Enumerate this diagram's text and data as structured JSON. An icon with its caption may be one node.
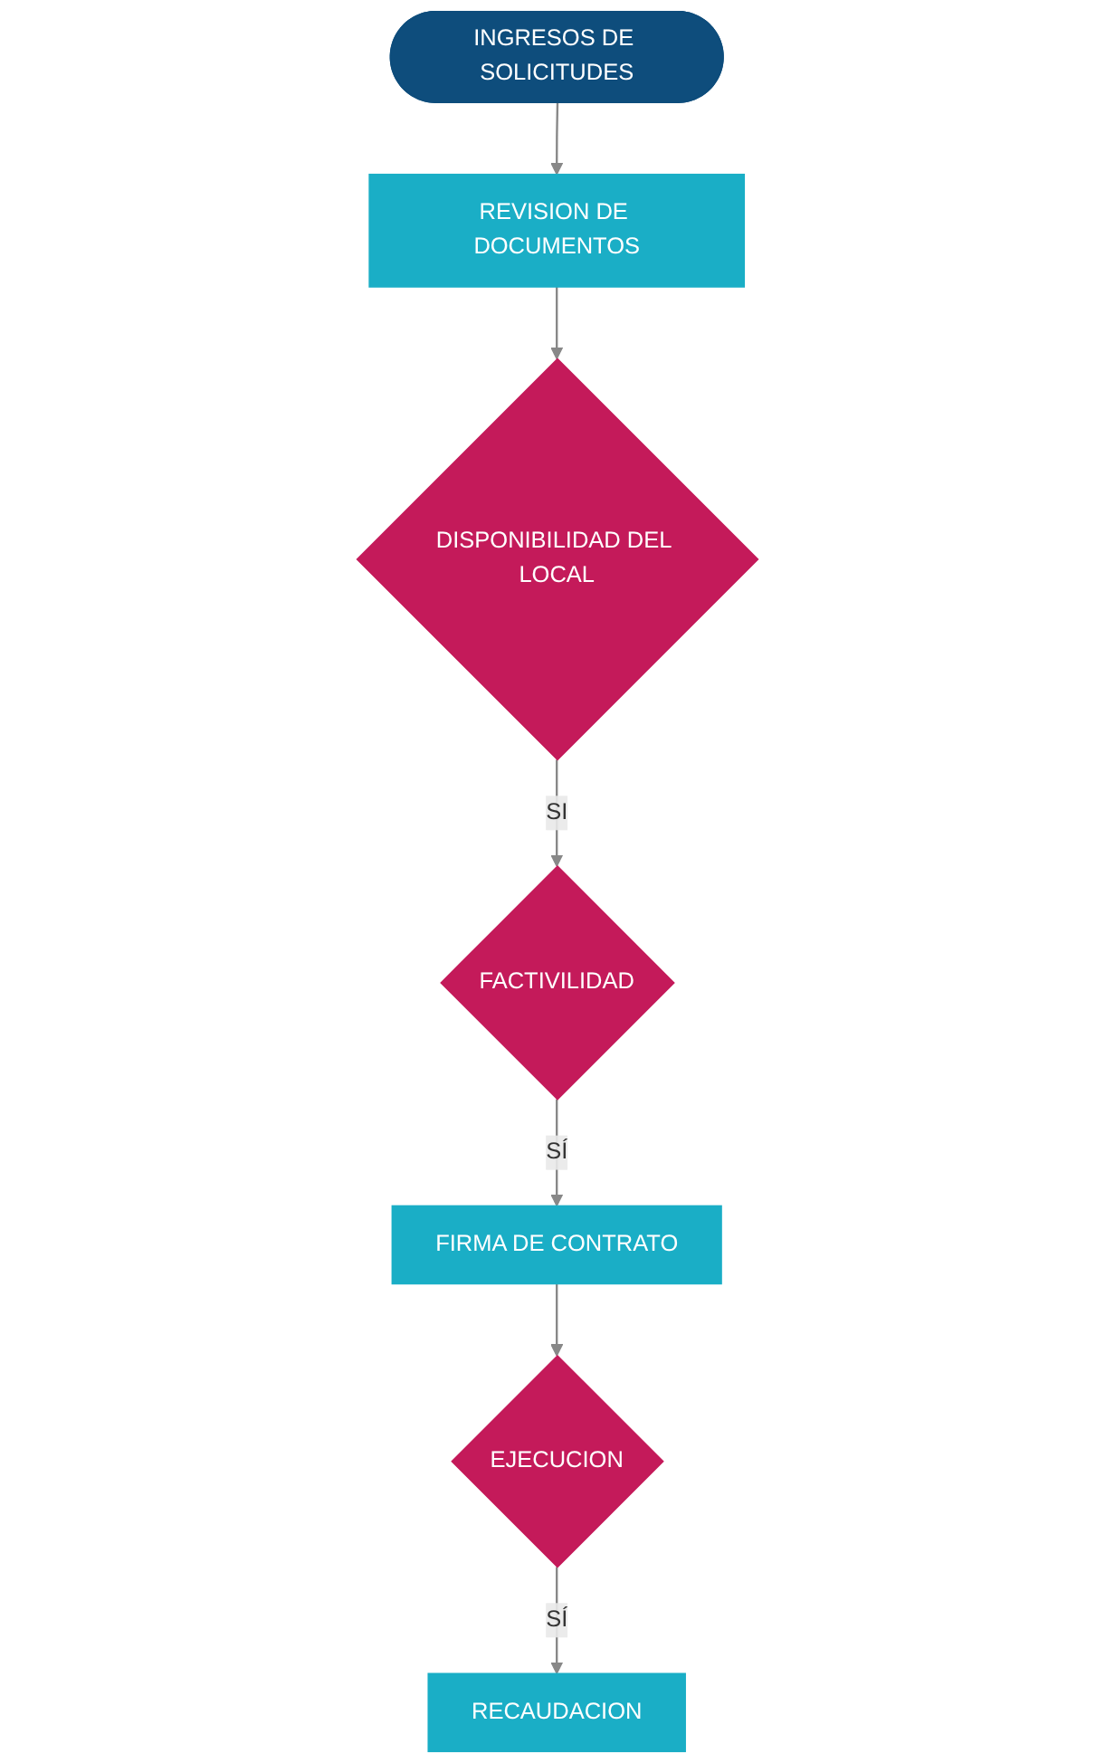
{
  "diagram": {
    "nodes": [
      {
        "text": [
          "INGRESOS DE SOLICITUDES"
        ]
      },
      {
        "text": [
          "REVISION DE DOCUMENTOS"
        ]
      },
      {
        "text": [
          "DISPONIBILIDAD DEL LOCAL"
        ]
      },
      {
        "text": [
          "FACTIVILIDAD"
        ]
      },
      {
        "text": [
          "FIRMA DE CONTRATO"
        ]
      },
      {
        "text": [
          "EJECUCION"
        ]
      },
      {
        "text": [
          "RECAUDACION"
        ]
      }
    ],
    "edges": [
      {
        "from": 0,
        "to": 1,
        "arrow": "to"
      },
      {
        "from": 1,
        "to": 2,
        "arrow": "to"
      },
      {
        "from": 2,
        "to": 3,
        "arrow": "to",
        "label": "SI"
      },
      {
        "from": 3,
        "to": 4,
        "arrow": "to",
        "label": "SÍ"
      },
      {
        "from": 4,
        "to": 5,
        "arrow": "to"
      },
      {
        "from": 5,
        "to": 6,
        "arrow": "to",
        "label": "SÍ"
      }
    ]
  }
}
